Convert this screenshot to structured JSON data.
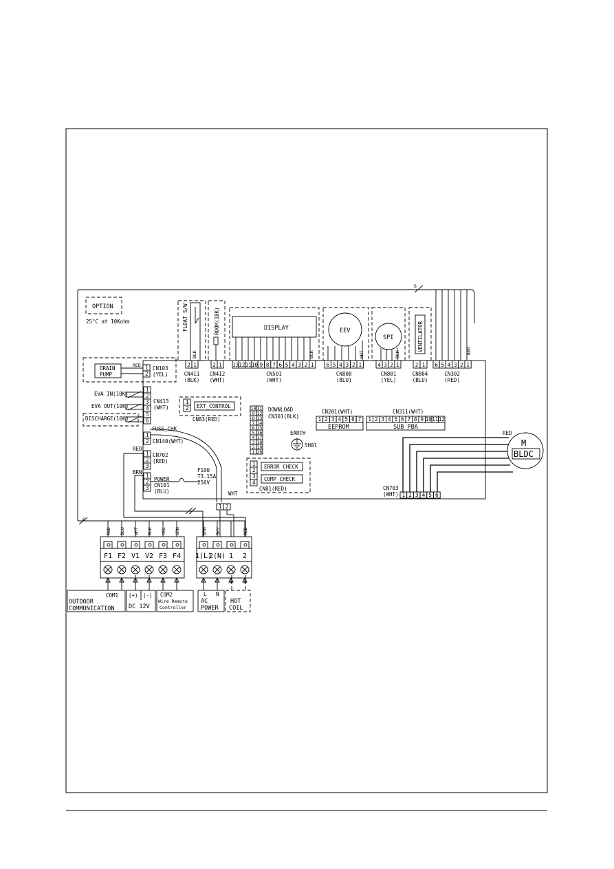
{
  "option": {
    "title": "OPTION",
    "note": "25°C at 10Kohm"
  },
  "top_components": {
    "float_sw": "FLOAT S/W",
    "room": "ROOM(10K)",
    "display": "DISPLAY",
    "eev": "EEV",
    "spi": "SPI",
    "ventilator": "VENTILATOR"
  },
  "wire_colors": {
    "blk": "BLK",
    "wht": "WHT",
    "red": "RED",
    "brn": "BRN",
    "sky": "SKY"
  },
  "cable_count": "6",
  "connectors_top": [
    {
      "pins": [
        "2",
        "1"
      ],
      "name": "CN411",
      "color": "(BLK)"
    },
    {
      "pins": [
        "2",
        "1"
      ],
      "name": "CN412",
      "color": "(WHT)"
    },
    {
      "pins": [
        "13",
        "12",
        "11",
        "10",
        "9",
        "8",
        "7",
        "6",
        "5",
        "4",
        "3",
        "2",
        "1"
      ],
      "name": "CN501",
      "color": "(WHT)"
    },
    {
      "pins": [
        "6",
        "5",
        "4",
        "3",
        "2",
        "1"
      ],
      "name": "CN808",
      "color": "(BLU)"
    },
    {
      "pins": [
        "4",
        "3",
        "2",
        "1"
      ],
      "name": "CN801",
      "color": "(YEL)"
    },
    {
      "pins": [
        "2",
        "1"
      ],
      "name": "CN804",
      "color": "(BLU)"
    },
    {
      "pins": [
        "6",
        "5",
        "4",
        "3",
        "2",
        "1"
      ],
      "name": "CN302",
      "color": "(RED)"
    }
  ],
  "left_side": {
    "drain_pump": [
      "DRAIN",
      "PUMP"
    ],
    "cn103": {
      "name": "CN103",
      "color": "(YEL)",
      "pins": [
        "1",
        "2"
      ]
    },
    "sensors": [
      "EVA IN(10K)",
      "EVA OUT(10K)",
      "DISCHARGE(10K)"
    ],
    "cn413": {
      "name": "CN413",
      "color": "(WHT)",
      "pins": [
        "1",
        "2",
        "3",
        "4",
        "5",
        "6"
      ]
    },
    "fuse_chk": "FUSE_CHK",
    "cn140": {
      "name": "CN140(WHT)",
      "pins": [
        "1",
        "2"
      ]
    },
    "cn702": {
      "name": "CN702",
      "color": "(RED)",
      "pins": [
        "1",
        "2",
        "3"
      ]
    },
    "power": {
      "title": "POWER",
      "name": "CN101",
      "color": "(BLU)",
      "pins": [
        "1",
        "2",
        "3"
      ]
    },
    "fuse": [
      "F100",
      "T3.15A",
      "250V"
    ]
  },
  "ext_control": {
    "label": "EXT_CONTROL",
    "name": "CN83(RED)",
    "pins": [
      "1",
      "2"
    ]
  },
  "download": {
    "title": "DOWNLOAD",
    "name": "CN301(BLK)",
    "rows": [
      [
        "10",
        "11"
      ],
      [
        "9",
        "12"
      ],
      [
        "8",
        "13"
      ],
      [
        "7",
        "14"
      ],
      [
        "6",
        "15"
      ],
      [
        "5",
        "16"
      ],
      [
        "4",
        "17"
      ],
      [
        "3",
        "18"
      ],
      [
        "2",
        "19"
      ],
      [
        "1",
        "20"
      ]
    ]
  },
  "earth": {
    "label": "EARTH",
    "ref": "SH01"
  },
  "cn201": {
    "name": "CN201(WHT)",
    "pins": [
      "1",
      "2",
      "3",
      "4",
      "5",
      "6",
      "7"
    ],
    "label": "EEPROM"
  },
  "cn311": {
    "name": "CN311(WHT)",
    "pins": [
      "1",
      "2",
      "3",
      "4",
      "5",
      "6",
      "7",
      "8",
      "9",
      "10",
      "11",
      "12"
    ],
    "label": "SUB PBA"
  },
  "cn81": {
    "name": "CN81(RED)",
    "pins": [
      "1",
      "2",
      "3",
      "4"
    ],
    "error_check": "ERROR CHECK",
    "comp_check": "COMP CHECK"
  },
  "motor": {
    "m": "M",
    "type": "BLDC"
  },
  "cn703": {
    "name": "CN703",
    "color": "(WHT)",
    "pins": [
      "1",
      "2",
      "3",
      "4",
      "5",
      "6"
    ]
  },
  "cn_small": [
    "1",
    "2"
  ],
  "terminal_left": {
    "wires": [
      "RED",
      "BLU",
      "WHT",
      "BLK",
      "YEL",
      "GRN"
    ],
    "labels": [
      "F1",
      "F2",
      "V1",
      "V2",
      "F3",
      "F4"
    ]
  },
  "terminal_right": {
    "wires": [
      "BRN",
      "SKY",
      "",
      "RED"
    ],
    "labels": [
      "1(L)",
      "2(N)",
      "1",
      "2"
    ]
  },
  "bottom_boxes": {
    "com1": "COM1",
    "outdoor": [
      "OUTDOOR",
      "COMMUNICATION"
    ],
    "plus": "(+)",
    "minus": "(-)",
    "dc": "DC  12V",
    "com2": [
      "COM2",
      "Wire Remote",
      "Controller"
    ],
    "ac_ln": [
      "L",
      "N"
    ],
    "ac_power": [
      "AC",
      "POWER"
    ],
    "hot_coil": [
      "HOT",
      "COIL"
    ]
  }
}
